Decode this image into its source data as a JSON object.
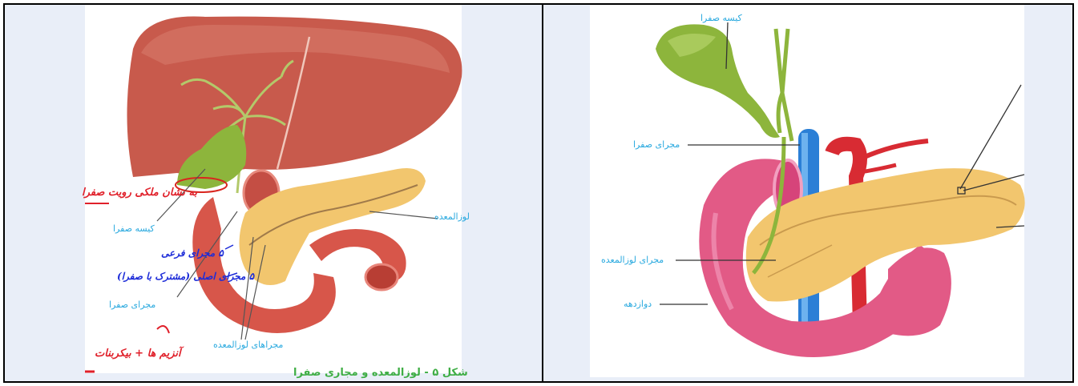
{
  "left_diagram": {
    "labels": {
      "pancreas": "لوزالمعده",
      "gallbladder": "کیسه صفرا",
      "bile_duct": "مجرای صفرا",
      "pancreatic_ducts": "مجراهای لوزالمعده"
    },
    "handwritten": {
      "red_note_top": "به نشان ملکی رویت صفرا",
      "blue_note_1": "۵ مجرای فرعی",
      "blue_note_2": "۵ مجرای اصلی (مشترک با صفرا)",
      "red_note_bottom": "آنزیم ها + بیکربنات",
      "green_caption_partial": "شکل ۵ - لوزالمعده و مجاری صفرا"
    }
  },
  "right_diagram": {
    "labels": {
      "gallbladder": "کیسه صفرا",
      "bile_duct": "مجرای صفرا",
      "pancreatic_duct": "مجرای لوزالمعده",
      "duodenum": "دوازدهه"
    }
  },
  "colors": {
    "label_blue": "#29a9df",
    "handwriting_red": "#e0202a",
    "handwriting_blue": "#1c2bd8",
    "liver": "#c85a4c",
    "gallbladder": "#8db53c",
    "pancreas": "#f2c66e",
    "intestine": "#e0606c",
    "duodenum_pink": "#e25a86",
    "vein_blue": "#2b7fd6",
    "artery_red": "#d82b33"
  }
}
